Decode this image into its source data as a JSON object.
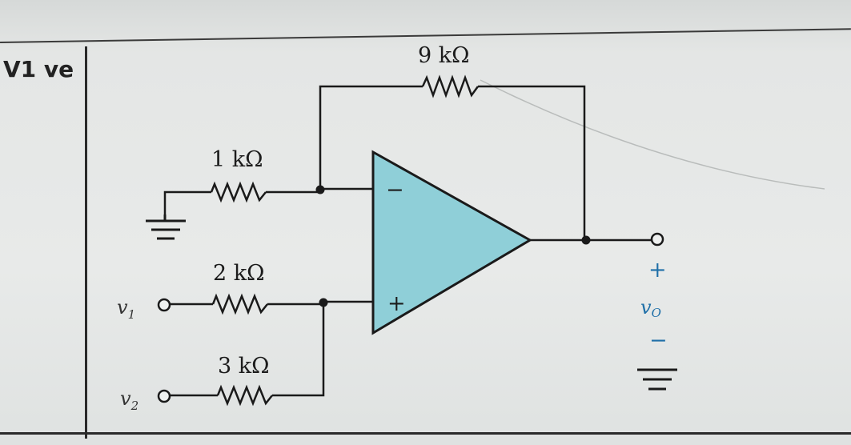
{
  "page": {
    "side_label": "V1 ve"
  },
  "diagram": {
    "type": "inverting-noninverting op-amp circuit",
    "resistors": {
      "feedback": "9 kΩ",
      "ground": "1 kΩ",
      "input_v1": "2 kΩ",
      "input_v2": "3 kΩ"
    },
    "inputs": {
      "v1": "v",
      "v1_sub": "1",
      "v2": "v",
      "v2_sub": "2"
    },
    "output": {
      "label": "v",
      "sub": "O",
      "plus": "+",
      "minus": "−"
    },
    "opamp": {
      "inverting": "−",
      "noninverting": "+"
    },
    "colors": {
      "opamp_fill": "#8fcfd8",
      "wire": "#1a1a1a",
      "output_labels": "#1f6fa8"
    }
  }
}
